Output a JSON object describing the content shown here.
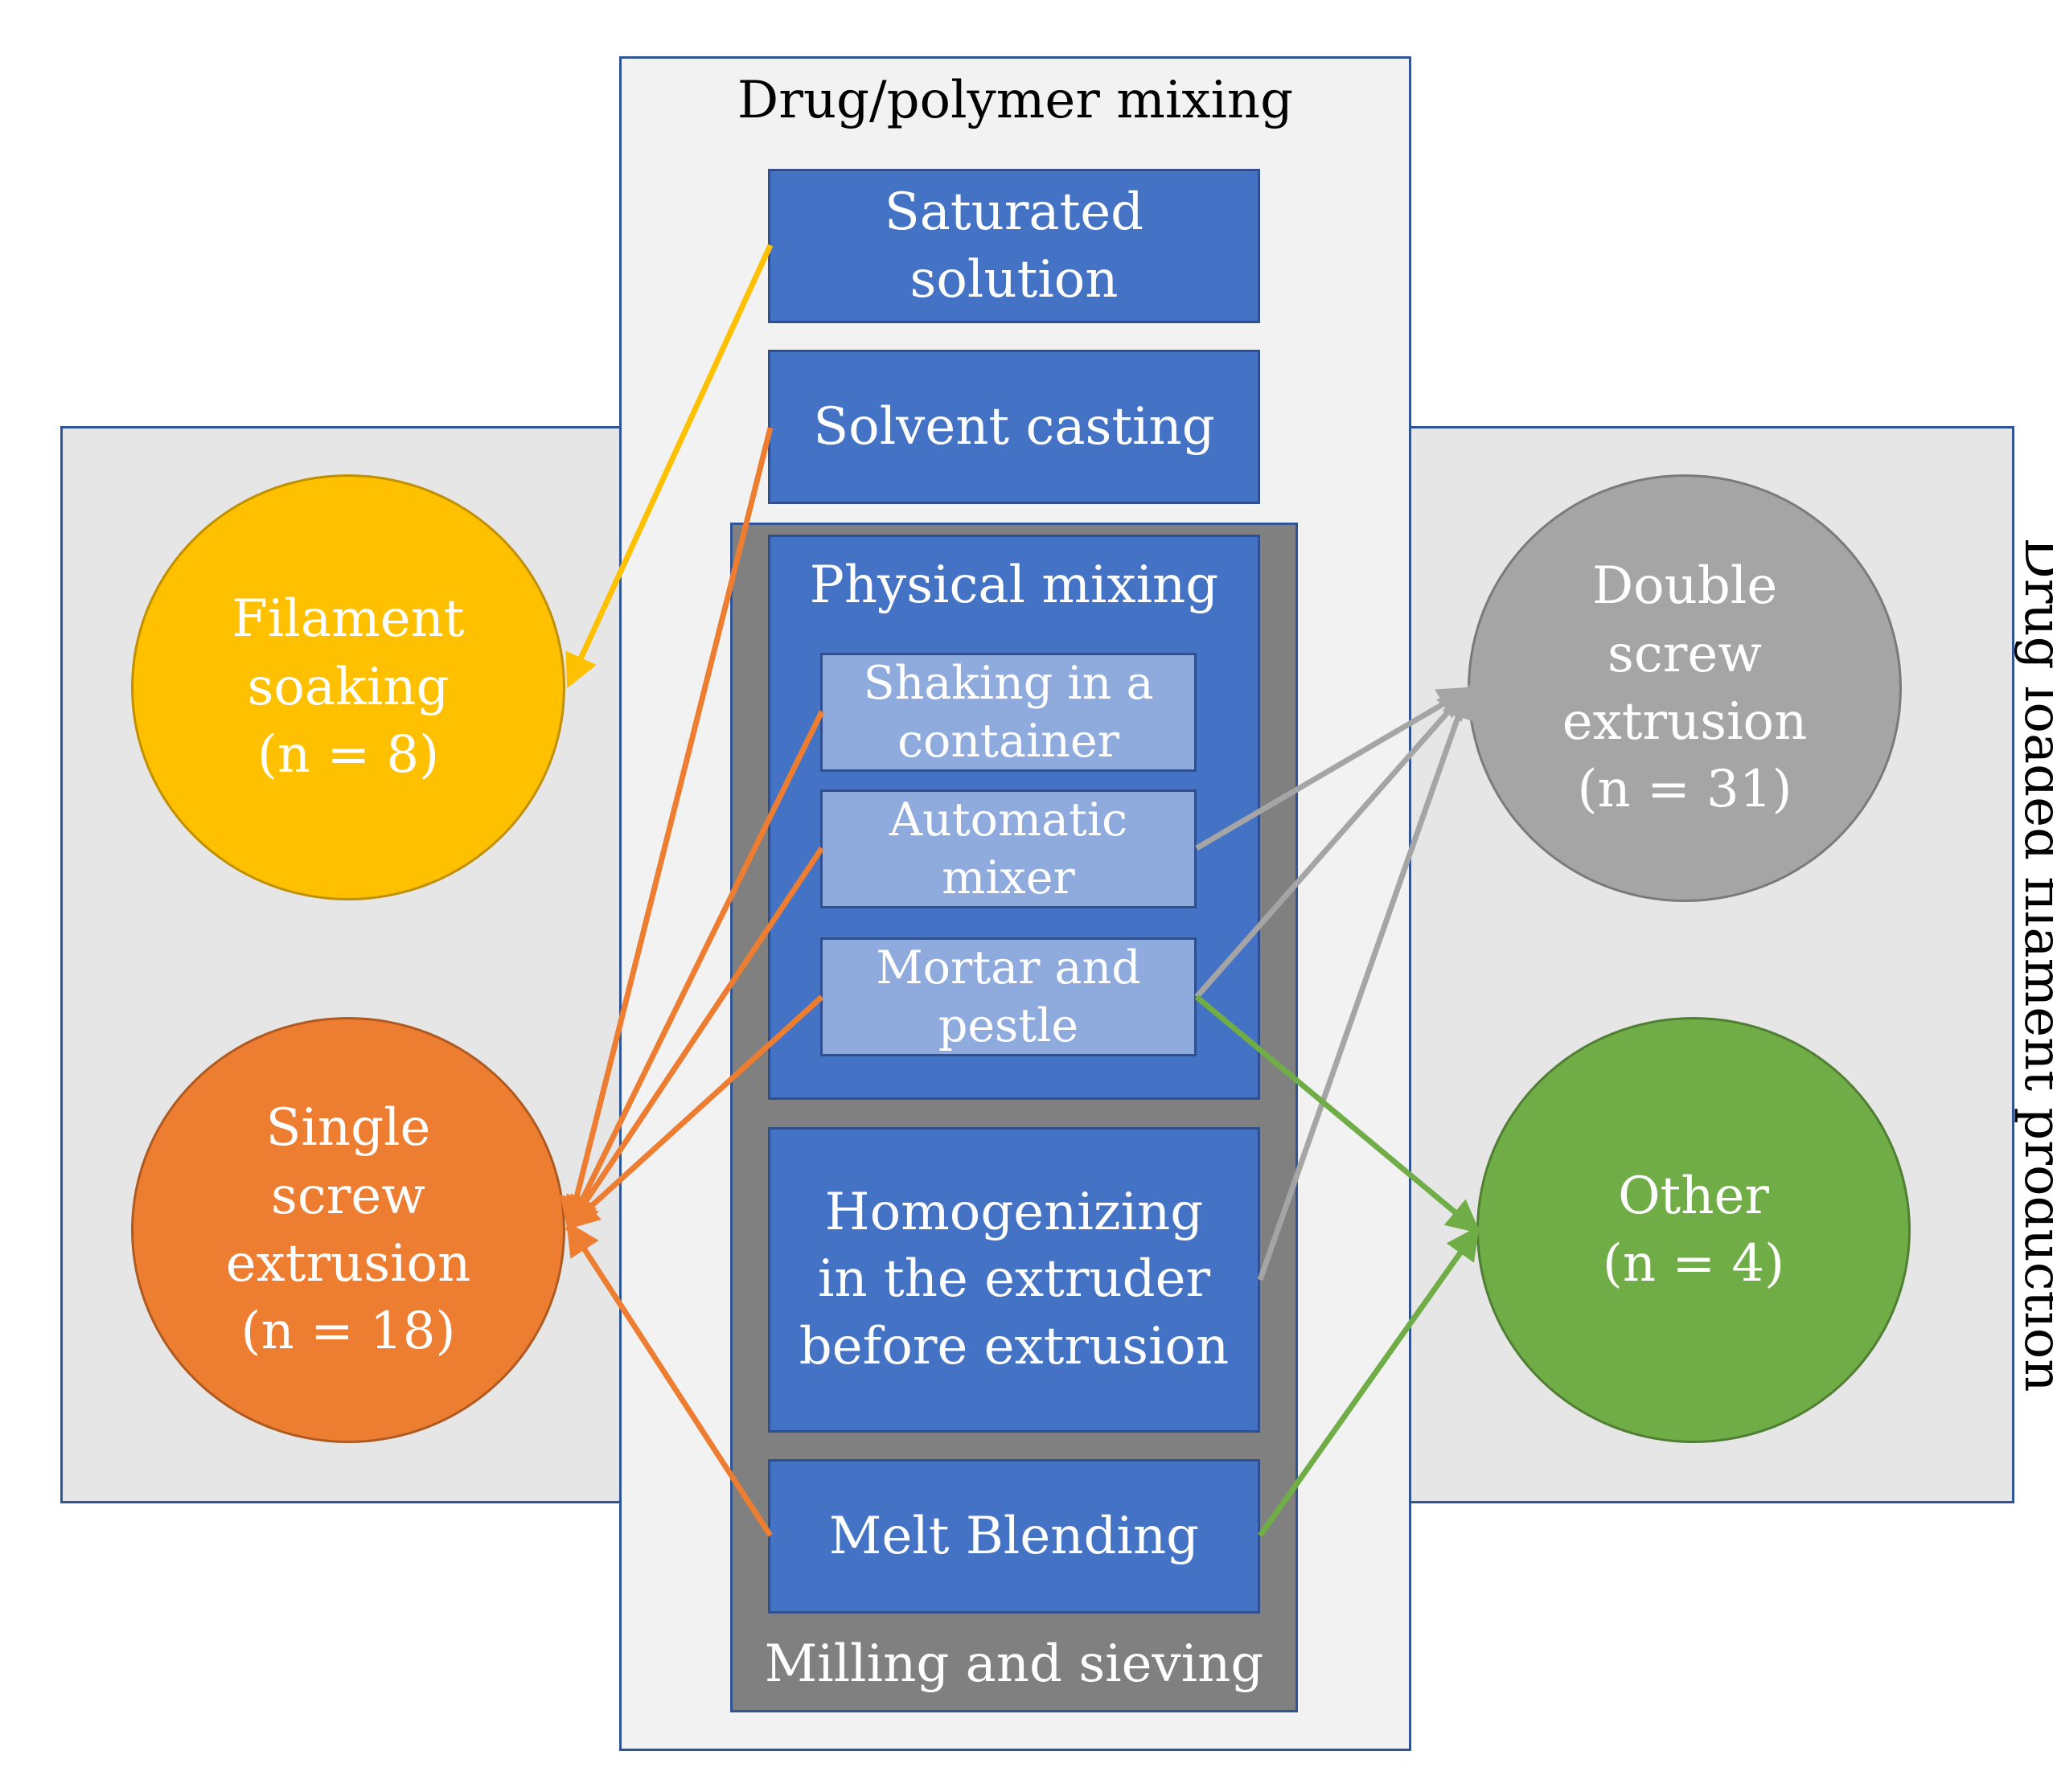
{
  "center_title": "Drug/polymer mixing",
  "side_title": "Drug loaded filament production",
  "methods": {
    "saturated_solution": "Saturated\nsolution",
    "solvent_casting": "Solvent  casting",
    "physical_mixing": "Physical  mixing",
    "shaking": "Shaking in a\ncontainer",
    "automatic_mixer": "Automatic\nmixer",
    "mortar_pestle": "Mortar and\npestle",
    "homogenizing": "Homogenizing\nin the extruder\nbefore extrusion",
    "melt_blending": "Melt Blending",
    "milling_sieving": "Milling  and  sieving"
  },
  "outcomes": {
    "filament_soaking": "Filament\nsoaking\n(n = 8)",
    "single_screw": "Single\nscrew\nextrusion\n(n = 18)",
    "double_screw": "Double\nscrew\nextrusion\n(n = 31)",
    "other": "Other\n(n = 4)"
  },
  "colors": {
    "panel_border": "#2f5597",
    "method_box": "#4472c4",
    "sub_box": "#8faadc",
    "dark_panel": "#808080",
    "filament_soaking": "#ffc000",
    "single_screw": "#ed7d31",
    "double_screw": "#a5a5a5",
    "other": "#70ad47"
  },
  "edges": [
    {
      "from": "saturated_solution",
      "to": "filament_soaking"
    },
    {
      "from": "solvent_casting",
      "to": "single_screw"
    },
    {
      "from": "shaking",
      "to": "single_screw"
    },
    {
      "from": "automatic_mixer",
      "to": "single_screw"
    },
    {
      "from": "mortar_pestle",
      "to": "single_screw"
    },
    {
      "from": "melt_blending",
      "to": "single_screw"
    },
    {
      "from": "automatic_mixer",
      "to": "double_screw"
    },
    {
      "from": "mortar_pestle",
      "to": "double_screw"
    },
    {
      "from": "homogenizing",
      "to": "double_screw"
    },
    {
      "from": "mortar_pestle",
      "to": "other"
    },
    {
      "from": "melt_blending",
      "to": "other"
    }
  ]
}
